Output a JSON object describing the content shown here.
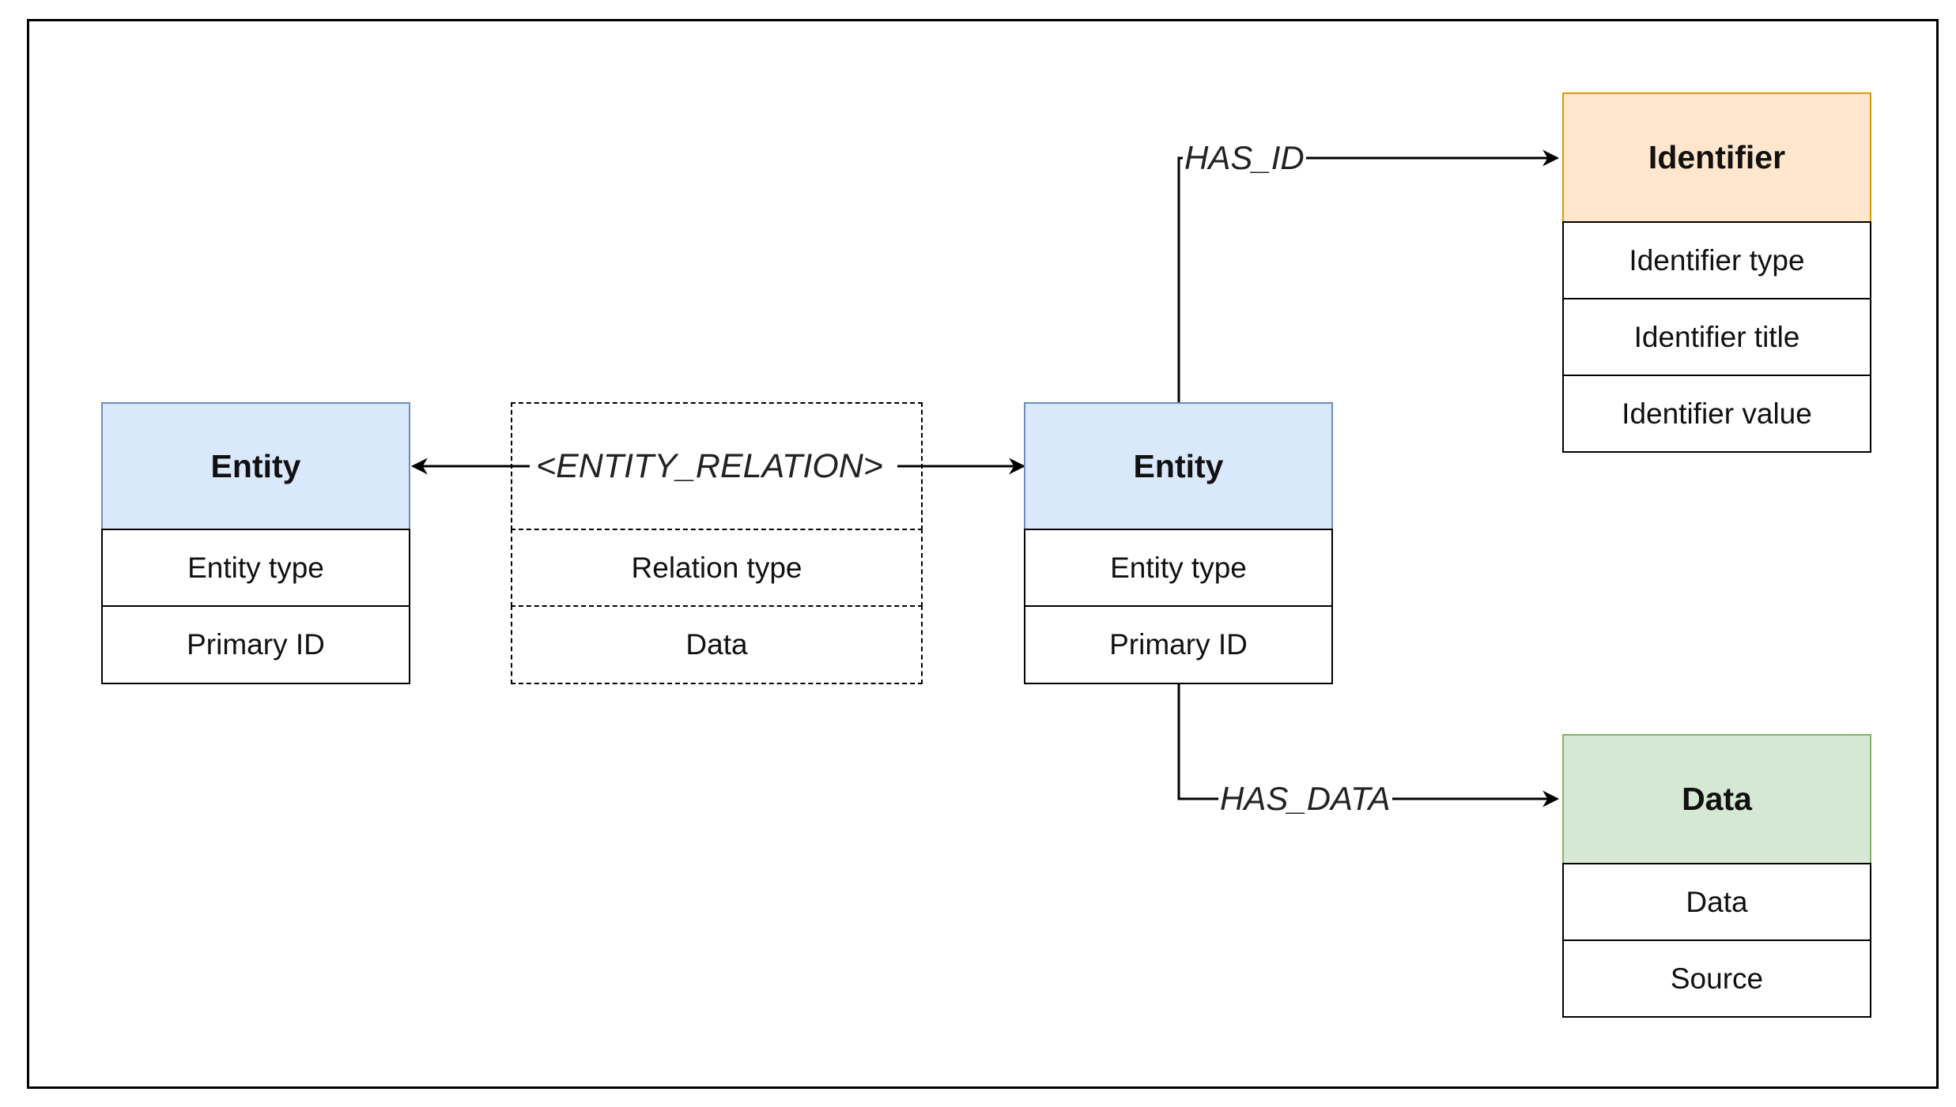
{
  "diagram": {
    "nodes": {
      "entity_left": {
        "title": "Entity",
        "fields": [
          "Entity type",
          "Primary ID"
        ],
        "fill": "#dae8fc",
        "stroke": "#6c8ebf"
      },
      "relation": {
        "title": "<ENTITY_RELATION>",
        "fields": [
          "Relation type",
          "Data"
        ],
        "style": "dashed"
      },
      "entity_right": {
        "title": "Entity",
        "fields": [
          "Entity type",
          "Primary ID"
        ],
        "fill": "#dae8fc",
        "stroke": "#6c8ebf"
      },
      "identifier": {
        "title": "Identifier",
        "fields": [
          "Identifier type",
          "Identifier title",
          "Identifier value"
        ],
        "fill": "#ffe6cc",
        "stroke": "#d79b00"
      },
      "data": {
        "title": "Data",
        "fields": [
          "Data",
          "Source"
        ],
        "fill": "#d5e8d4",
        "stroke": "#82b366"
      }
    },
    "edges": {
      "has_id": {
        "label": "HAS_ID",
        "from": "Entity",
        "to": "Identifier"
      },
      "has_data": {
        "label": "HAS_DATA",
        "from": "Entity",
        "to": "Data"
      },
      "entity_relation": {
        "from": "Entity",
        "to": "Entity",
        "bidirectional": true
      }
    }
  }
}
